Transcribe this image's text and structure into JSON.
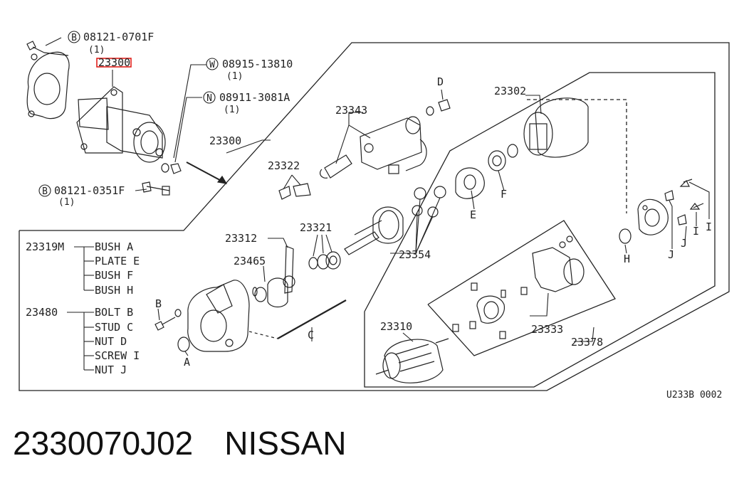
{
  "callouts": {
    "b_top": "08121-0701F",
    "b_top_qty": "(1)",
    "assembly_highlight": "23300",
    "w": "08915-13810",
    "w_qty": "(1)",
    "n": "08911-3081A",
    "n_qty": "(1)",
    "b_bottom": "08121-0351F",
    "b_bottom_qty": "(1)",
    "circle_b": "B",
    "circle_w": "W",
    "circle_n": "N"
  },
  "parts": {
    "p23300": "23300",
    "p23343": "23343",
    "p23302": "23302",
    "p23322": "23322",
    "p23312": "23312",
    "p23321": "23321",
    "p23354": "23354",
    "p23465": "23465",
    "p23310": "23310",
    "p23333": "23333",
    "p23378": "23378",
    "letter_d": "D",
    "letter_e": "E",
    "letter_f": "F",
    "letter_h": "H",
    "letter_j1": "J",
    "letter_j2": "J",
    "letter_i1": "I",
    "letter_i2": "I",
    "letter_b": "B",
    "letter_a": "A",
    "letter_c": "C"
  },
  "kits": [
    {
      "code": "23319M",
      "items": [
        "BUSH A",
        "PLATE E",
        "BUSH F",
        "BUSH H"
      ]
    },
    {
      "code": "23480",
      "items": [
        "BOLT B",
        "STUD C",
        "NUT D",
        "SCREW I",
        "NUT J"
      ]
    }
  ],
  "diagram_code": "U233B 0002",
  "footer": {
    "part_number": "2330070J02",
    "brand": "NISSAN"
  },
  "colors": {
    "line": "#222222",
    "highlight_box": "#e0201b"
  }
}
